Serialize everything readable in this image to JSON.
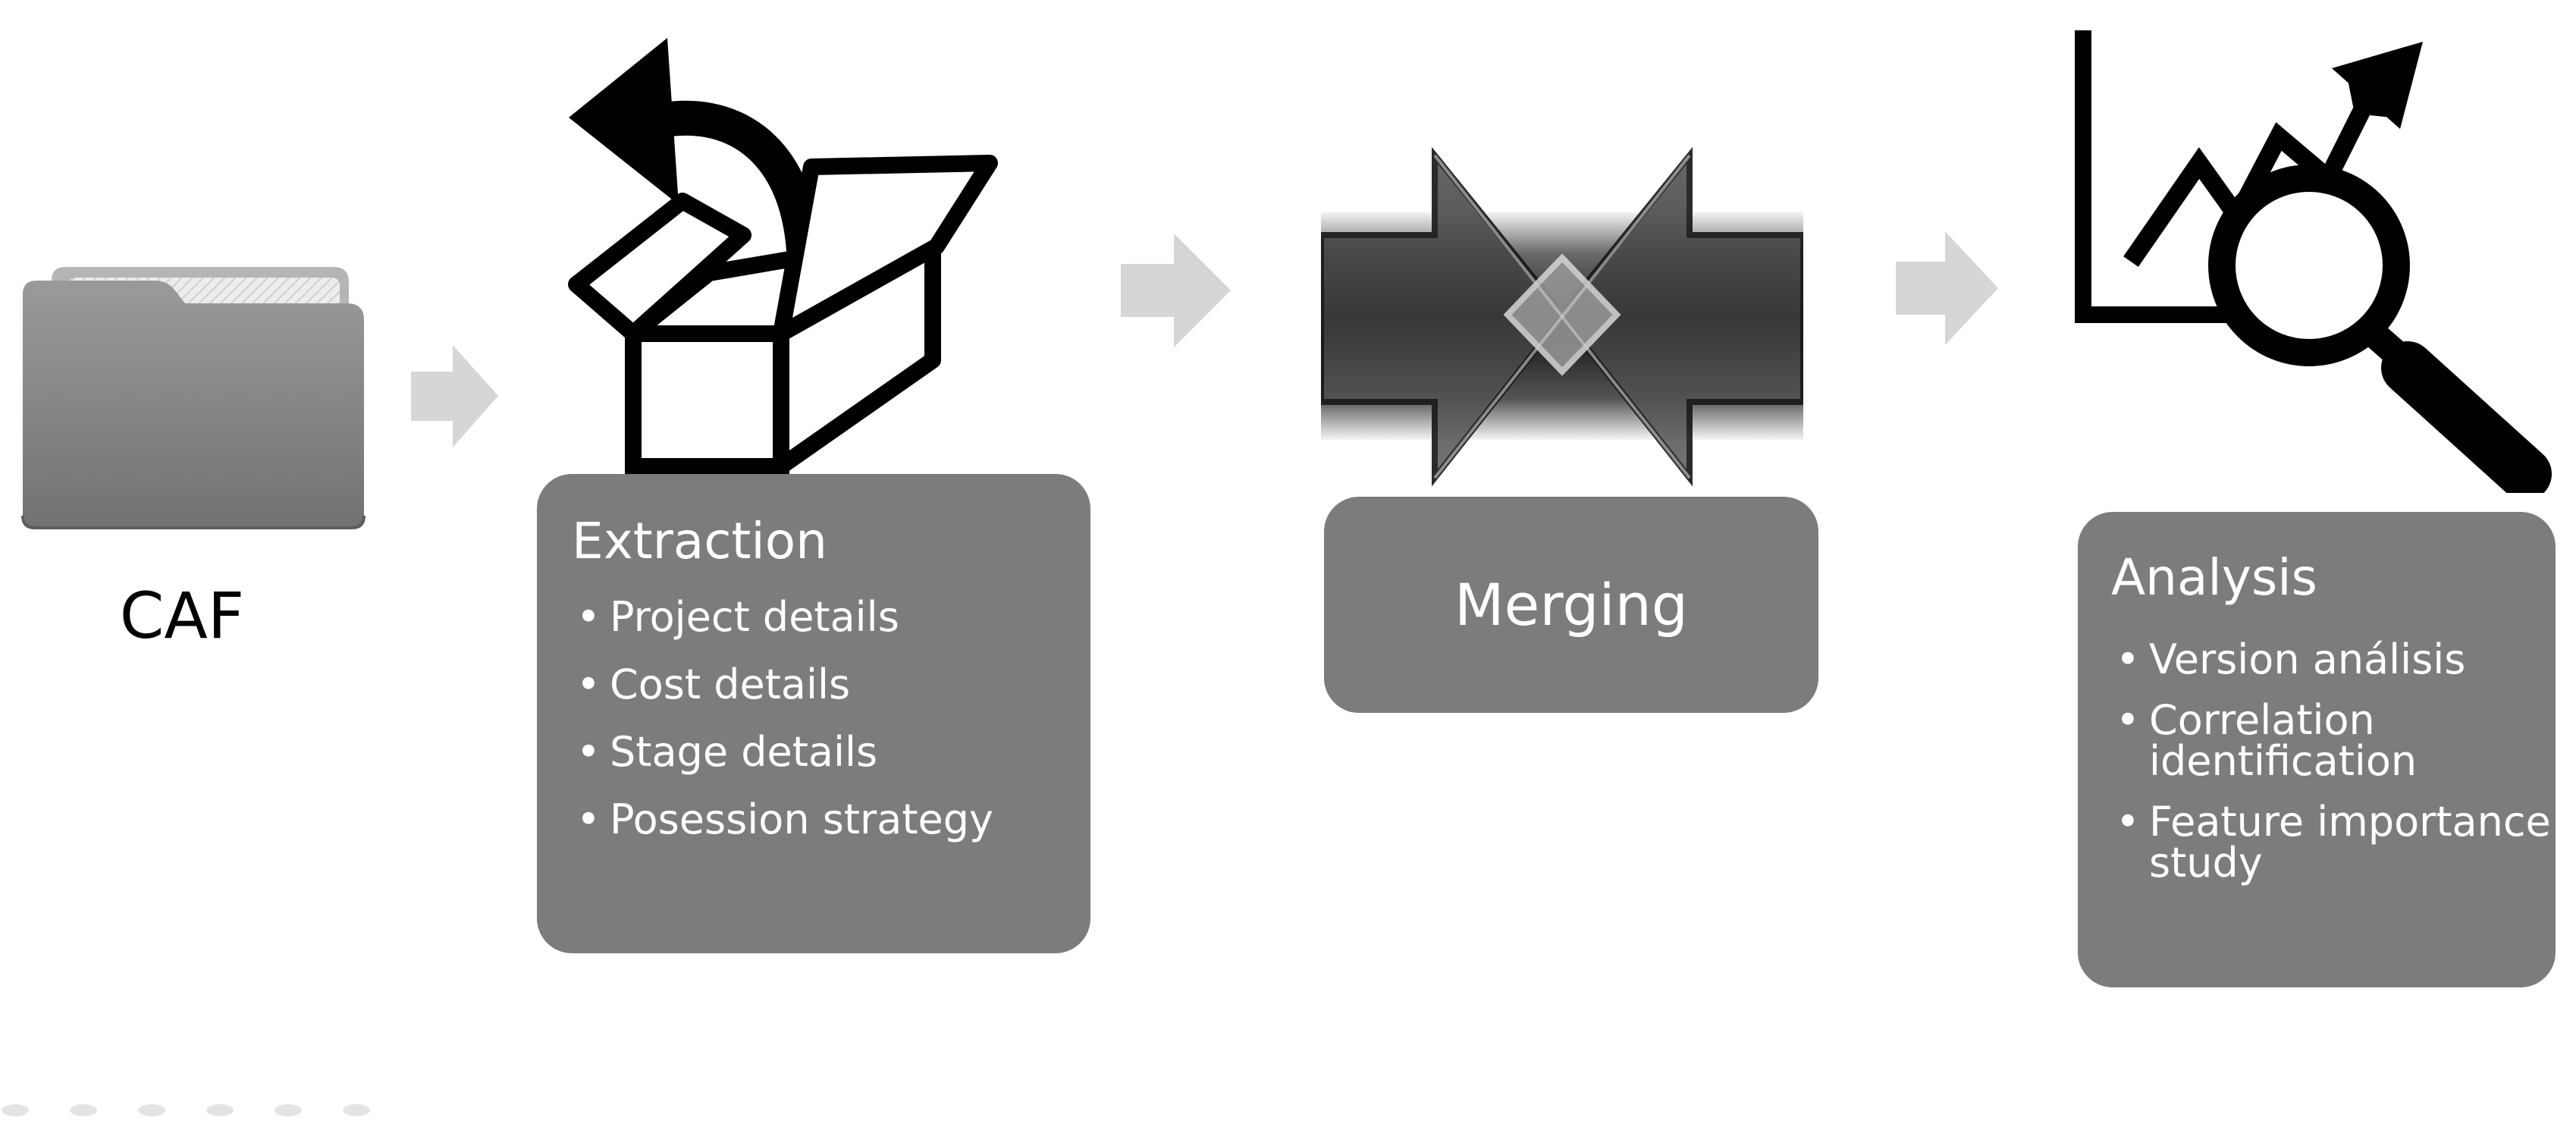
{
  "diagram": {
    "source": {
      "label": "CAF",
      "icon": "folder-icon"
    },
    "stages": [
      {
        "title": "Extraction",
        "icon": "open-box-icon",
        "items": [
          "Project details",
          "Cost details",
          "Stage details",
          "Posession strategy"
        ]
      },
      {
        "title": "Merging",
        "icon": "merge-arrows-icon",
        "items": []
      },
      {
        "title": "Analysis",
        "icon": "chart-magnifier-icon",
        "items": [
          "Version análisis",
          "Correlation identification",
          "Feature importance study"
        ]
      }
    ],
    "colors": {
      "box_fill": "#7c7c7c",
      "box_text": "#ffffff",
      "flow_arrow": "#d6d6d6",
      "icon_stroke": "#000000"
    }
  }
}
